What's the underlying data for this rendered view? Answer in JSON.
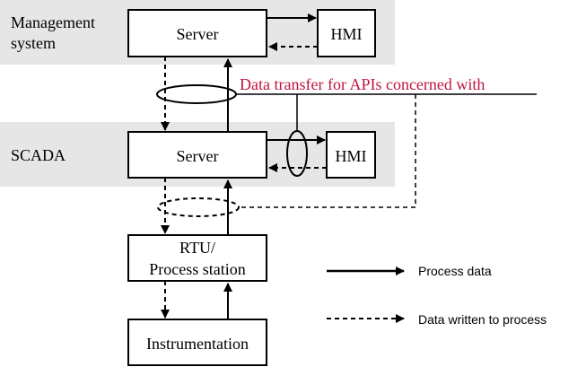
{
  "layers": {
    "management": {
      "label_line1": "Management",
      "label_line2": "system"
    },
    "scada": {
      "label": "SCADA"
    }
  },
  "boxes": {
    "mgmt_server": "Server",
    "mgmt_hmi": "HMI",
    "scada_server": "Server",
    "scada_hmi": "HMI",
    "rtu_line1": "RTU/",
    "rtu_line2": "Process station",
    "instrumentation": "Instrumentation"
  },
  "annotation": "Data transfer for APIs concerned with",
  "legend": {
    "process_data": "Process data",
    "data_written": "Data written to process"
  },
  "colors": {
    "annotation": "#c0143c",
    "layer_band": "#e6e6e6",
    "line": "#000000"
  }
}
